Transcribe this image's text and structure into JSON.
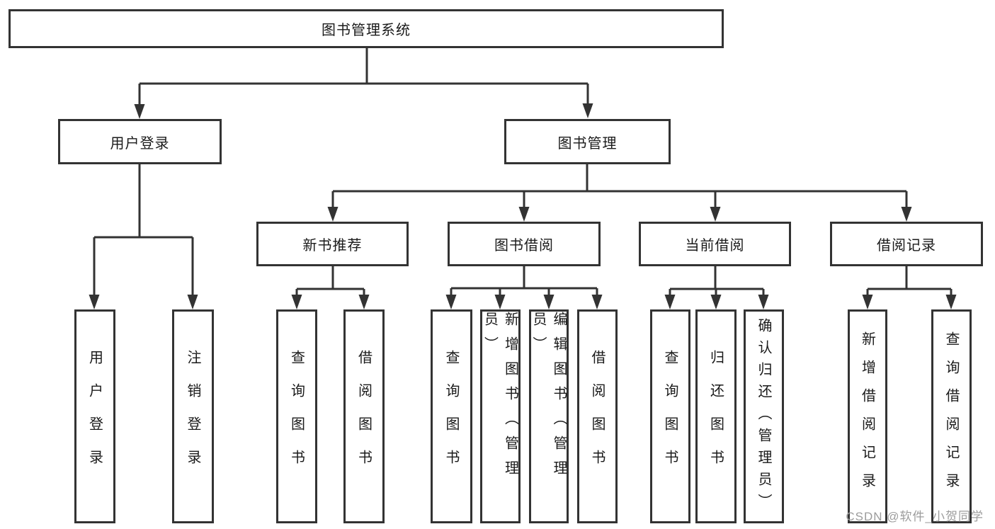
{
  "diagram": {
    "root": {
      "label": "图书管理系统"
    },
    "level2": {
      "user_login": {
        "label": "用户登录"
      },
      "book_management": {
        "label": "图书管理"
      }
    },
    "level3": {
      "new_book_recommend": {
        "label": "新书推荐"
      },
      "book_borrowing": {
        "label": "图书借阅"
      },
      "current_borrowing": {
        "label": "当前借阅"
      },
      "borrowing_records": {
        "label": "借阅记录"
      }
    },
    "leaves": {
      "user_login": "用户登录",
      "logout": "注销登录",
      "nb_query_books": "查询图书",
      "nb_borrow_books": "借阅图书",
      "bb_query_books": "查询图书",
      "bb_add_books_admin": "新增图书（管理员）",
      "bb_edit_books_admin": "编辑图书（管理员）",
      "bb_borrow_books": "借阅图书",
      "cb_query_books": "查询图书",
      "cb_return_books": "归还图书",
      "cb_confirm_return_admin": "确认归还（管理员）",
      "br_add_record": "新增借阅记录",
      "br_query_record": "查询借阅记录"
    },
    "watermark": "CSDN @软件_小贺同学",
    "colors": {
      "line": "#333333",
      "text": "#1a1a1a",
      "watermark": "#9c9c9c",
      "background": "#ffffff"
    }
  }
}
